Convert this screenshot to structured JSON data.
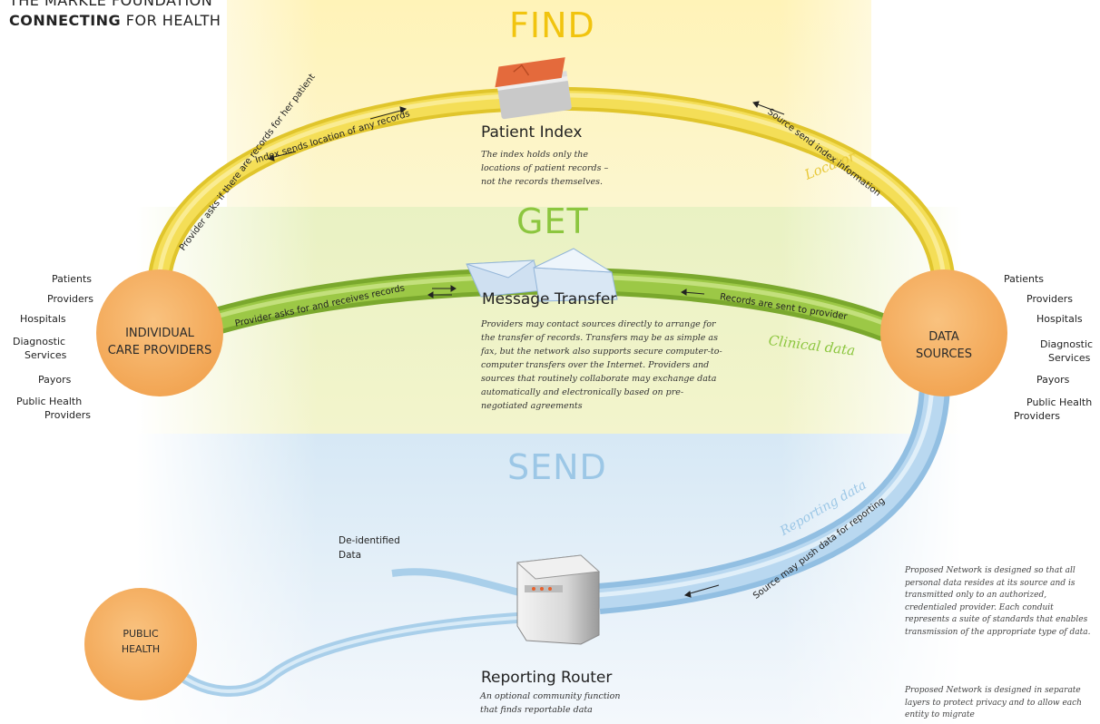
{
  "header": {
    "org_line1": "THE MARKLE FOUNDATION",
    "org_line2_bold": "CONNECTING",
    "org_line2_rest": "FOR HEALTH"
  },
  "layers": {
    "find": "FIND",
    "get": "GET",
    "send": "SEND"
  },
  "conduits": {
    "locator": "Locator",
    "clinical": "Clinical data",
    "reporting": "Reporting data"
  },
  "flows": {
    "provider_asks_index": "Provider asks if there are records for her patient",
    "index_sends_location": "Index sends location of any records",
    "source_send_index": "Source send index information",
    "provider_asks_records": "Provider asks for and receives records",
    "records_sent": "Records are sent to provider",
    "source_push": "Source may push data for reporting"
  },
  "patient_index": {
    "title": "Patient Index",
    "desc": "The index holds only the locations of patient records – not the records themselves."
  },
  "message_transfer": {
    "title": "Message Transfer",
    "desc": "Providers may contact sources directly to arrange for the transfer of records. Transfers may be as simple as fax, but the network also supports secure computer-to-computer transfers over the Internet. Providers and sources that routinely collaborate may exchange data automatically and electronically based on pre-negotiated agreements"
  },
  "reporting_router": {
    "title": "Reporting Router",
    "desc": "An optional community function that finds reportable data"
  },
  "deidentified": {
    "line1": "De-identified",
    "line2": "Data"
  },
  "nodes": {
    "individual_care_providers": {
      "line1": "INDIVIDUAL",
      "line2": "CARE PROVIDERS"
    },
    "data_sources": {
      "line1": "DATA",
      "line2": "SOURCES"
    },
    "public_health": {
      "line1": "PUBLIC",
      "line2": "HEALTH"
    }
  },
  "left_list": [
    "Patients",
    "Providers",
    "Hospitals",
    "Diagnostic",
    "Services",
    "Payors",
    "Public Health",
    "Providers"
  ],
  "right_list": [
    "Patients",
    "Providers",
    "Hospitals",
    "Diagnostic",
    "Services",
    "Payors",
    "Public Health",
    "Providers"
  ],
  "notes": {
    "note1": "Proposed Network is designed so that all personal data resides at its source and is transmitted only to an authorized, credentialed provider. Each conduit represents a suite of standards that enables transmission of the appropriate type of data.",
    "note2": "Proposed Network is designed in separate layers to protect privacy and to allow each entity to migrate"
  },
  "colors": {
    "find_band": "#fff6c4",
    "get_band": "#e2efbf",
    "send_band": "#dcebf6",
    "locator_pipe": "#f0d73f",
    "clinical_pipe": "#8ab836",
    "reporting_pipe": "#a9cfea",
    "node_orange": "#f6b56b"
  }
}
